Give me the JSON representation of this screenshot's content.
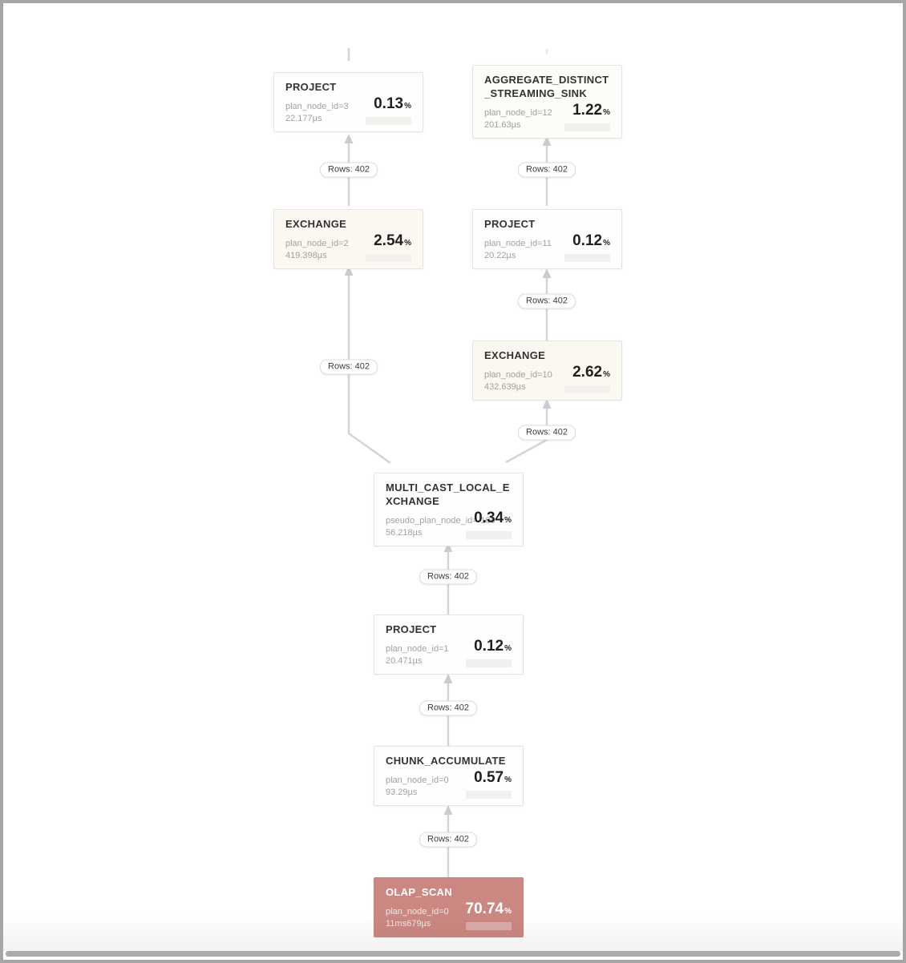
{
  "diagram": {
    "type": "query-plan-dag",
    "edge_label": "Rows: 402",
    "units": {
      "percent": "%"
    },
    "nodes": [
      {
        "title": "PROJECT",
        "id_label": "plan_node_id=3",
        "time": "22.177µs",
        "pct": "0.13"
      },
      {
        "title": "AGGREGATE_DISTINCT_STREAMING_SINK",
        "id_label": "plan_node_id=12",
        "time": "201.63µs",
        "pct": "1.22"
      },
      {
        "title": "EXCHANGE",
        "id_label": "plan_node_id=2",
        "time": "419.398µs",
        "pct": "2.54"
      },
      {
        "title": "PROJECT",
        "id_label": "plan_node_id=11",
        "time": "20.22µs",
        "pct": "0.12"
      },
      {
        "title": "EXCHANGE",
        "id_label": "plan_node_id=10",
        "time": "432.639µs",
        "pct": "2.62"
      },
      {
        "title": "MULTI_CAST_LOCAL_EXCHANGE",
        "id_label": "pseudo_plan_node_id=-100",
        "time": "56.218µs",
        "pct": "0.34"
      },
      {
        "title": "PROJECT",
        "id_label": "plan_node_id=1",
        "time": "20.471µs",
        "pct": "0.12"
      },
      {
        "title": "CHUNK_ACCUMULATE",
        "id_label": "plan_node_id=0",
        "time": "93.29µs",
        "pct": "0.57"
      },
      {
        "title": "OLAP_SCAN",
        "id_label": "plan_node_id=0",
        "time": "11ms679µs",
        "pct": "70.74"
      }
    ],
    "colors": {
      "hot_node": "#cb8781",
      "warm_node": "#faf8f1",
      "node_bg": "#fefefe",
      "edge": "#d4d4d4",
      "bar": "#f1f0ed"
    }
  }
}
